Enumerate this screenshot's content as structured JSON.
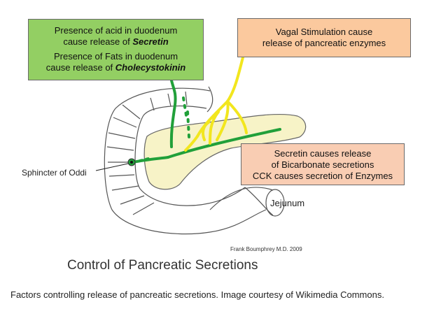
{
  "diagram": {
    "acid_box": {
      "line1": "Presence of acid in duodenum",
      "line2_prefix": "cause release of ",
      "line2_emph": "Secretin",
      "line3": "Presence of Fats in duodenum",
      "line4_prefix": "cause release of ",
      "line4_emph": "Cholecystokinin",
      "color": "#93cf63"
    },
    "vagal_box": {
      "line1": "Vagal Stimulation cause",
      "line2": "release of pancreatic enzymes",
      "color": "#fbc99e"
    },
    "secretin_box": {
      "line1": "Secretin causes release",
      "line2": "of Bicarbonate secretions",
      "line3": "CCK causes secretion of Enzymes",
      "color": "#f9cdb3"
    },
    "labels": {
      "sphincter": "Sphincter of Oddi",
      "jejunum": "Jejunum",
      "credit": "Frank Boumphrey M.D. 2009"
    },
    "title": "Control of Pancreatic Secretions",
    "colors": {
      "pancreas": "#f7f3c7",
      "ducts": "#21a03a",
      "nerves": "#f2e61e",
      "outline": "#555555"
    }
  },
  "caption": "Factors controlling release of pancreatic secretions. Image courtesy of Wikimedia Commons."
}
